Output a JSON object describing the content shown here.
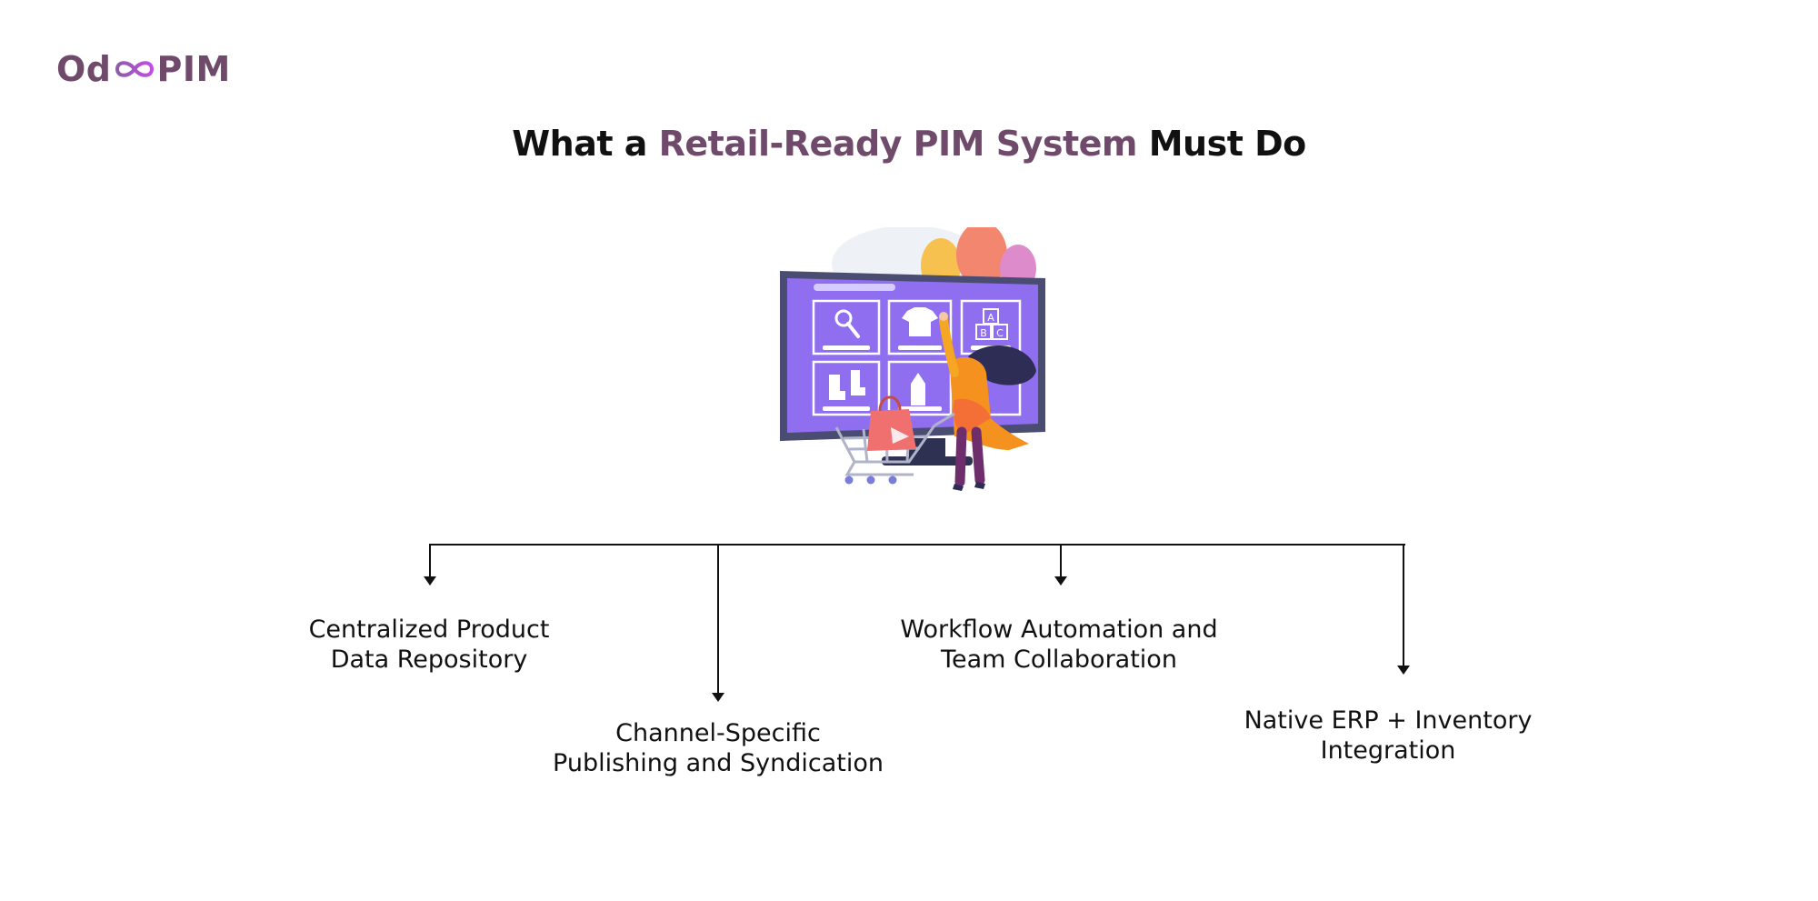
{
  "brand": {
    "name_prefix": "Od",
    "name_suffix": "PIM",
    "colors": {
      "brand": "#6f4a6b",
      "accent": "#b84fe0"
    }
  },
  "title": {
    "prefix": "What a ",
    "highlight": "Retail-Ready PIM System",
    "suffix": " Must Do"
  },
  "illustration": {
    "icon": "person-shopping-at-monitor-illustration",
    "tile_letters": [
      "A",
      "B",
      "C"
    ]
  },
  "nodes": [
    {
      "line1": "Centralized Product",
      "line2": "Data Repository"
    },
    {
      "line1": "Channel-Specific",
      "line2": "Publishing and Syndication"
    },
    {
      "line1": "Workflow Automation and",
      "line2": "Team Collaboration"
    },
    {
      "line1": "Native ERP + Inventory",
      "line2": "Integration"
    }
  ]
}
